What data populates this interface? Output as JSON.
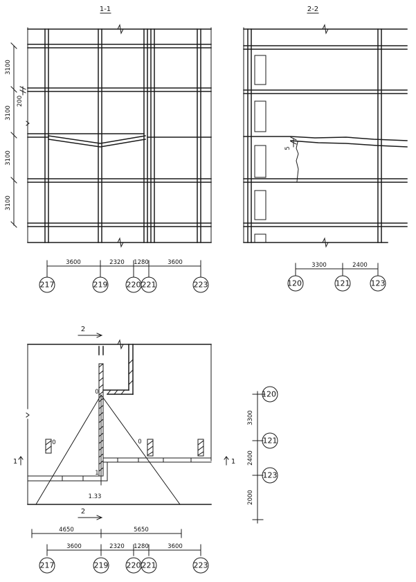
{
  "section_1": {
    "title": "1-1",
    "level_dims": [
      "3100",
      "3100",
      "3100",
      "3100"
    ],
    "slab_dim": "200",
    "span_dims": [
      "3600",
      "2320",
      "1280",
      "3600"
    ],
    "axes": [
      "217",
      "219",
      "220",
      "221",
      "223"
    ]
  },
  "section_2": {
    "title": "2-2",
    "crack_dim": "5",
    "span_dims": [
      "3300",
      "2400"
    ],
    "axes": [
      "120'",
      "121",
      "123"
    ]
  },
  "plan": {
    "section_mark_2": "2",
    "section_mark_1": "1",
    "point_labels": [
      "0",
      "0",
      "0",
      "1",
      "1"
    ],
    "dim_1_33": "1.33",
    "top_dims": [
      "4650",
      "5650"
    ],
    "span_dims": [
      "3600",
      "2320",
      "1280",
      "3600"
    ],
    "axes": [
      "217",
      "219",
      "220",
      "221",
      "223"
    ],
    "side_dims": [
      "3300",
      "2400",
      "2000"
    ],
    "side_axes": [
      "120'",
      "121",
      "123"
    ]
  }
}
